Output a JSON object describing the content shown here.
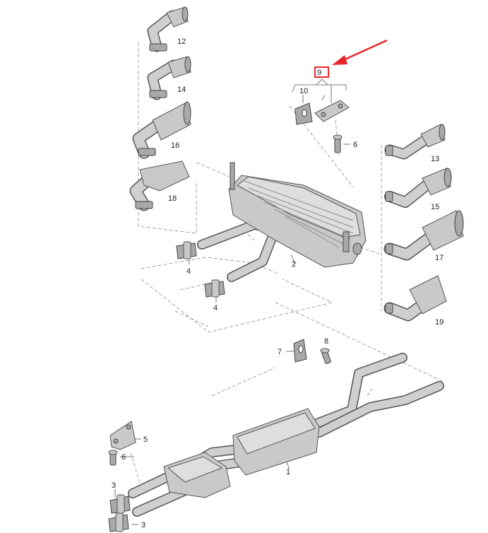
{
  "diagram": {
    "highlight_color": "#e8262a",
    "highlighted_callout": "9",
    "callouts": [
      {
        "id": "c1",
        "text": "1"
      },
      {
        "id": "c2",
        "text": "2"
      },
      {
        "id": "c3a",
        "text": "3"
      },
      {
        "id": "c3b",
        "text": "3"
      },
      {
        "id": "c4a",
        "text": "4"
      },
      {
        "id": "c4b",
        "text": "4"
      },
      {
        "id": "c5",
        "text": "5"
      },
      {
        "id": "c6a",
        "text": "6"
      },
      {
        "id": "c6b",
        "text": "6"
      },
      {
        "id": "c7",
        "text": "7"
      },
      {
        "id": "c8",
        "text": "8"
      },
      {
        "id": "c9",
        "text": "9"
      },
      {
        "id": "c10",
        "text": "10"
      },
      {
        "id": "c12",
        "text": "12"
      },
      {
        "id": "c13",
        "text": "13"
      },
      {
        "id": "c14",
        "text": "14"
      },
      {
        "id": "c15",
        "text": "15"
      },
      {
        "id": "c16",
        "text": "16"
      },
      {
        "id": "c17",
        "text": "17"
      },
      {
        "id": "c18",
        "text": "18"
      },
      {
        "id": "c19",
        "text": "19"
      }
    ]
  }
}
